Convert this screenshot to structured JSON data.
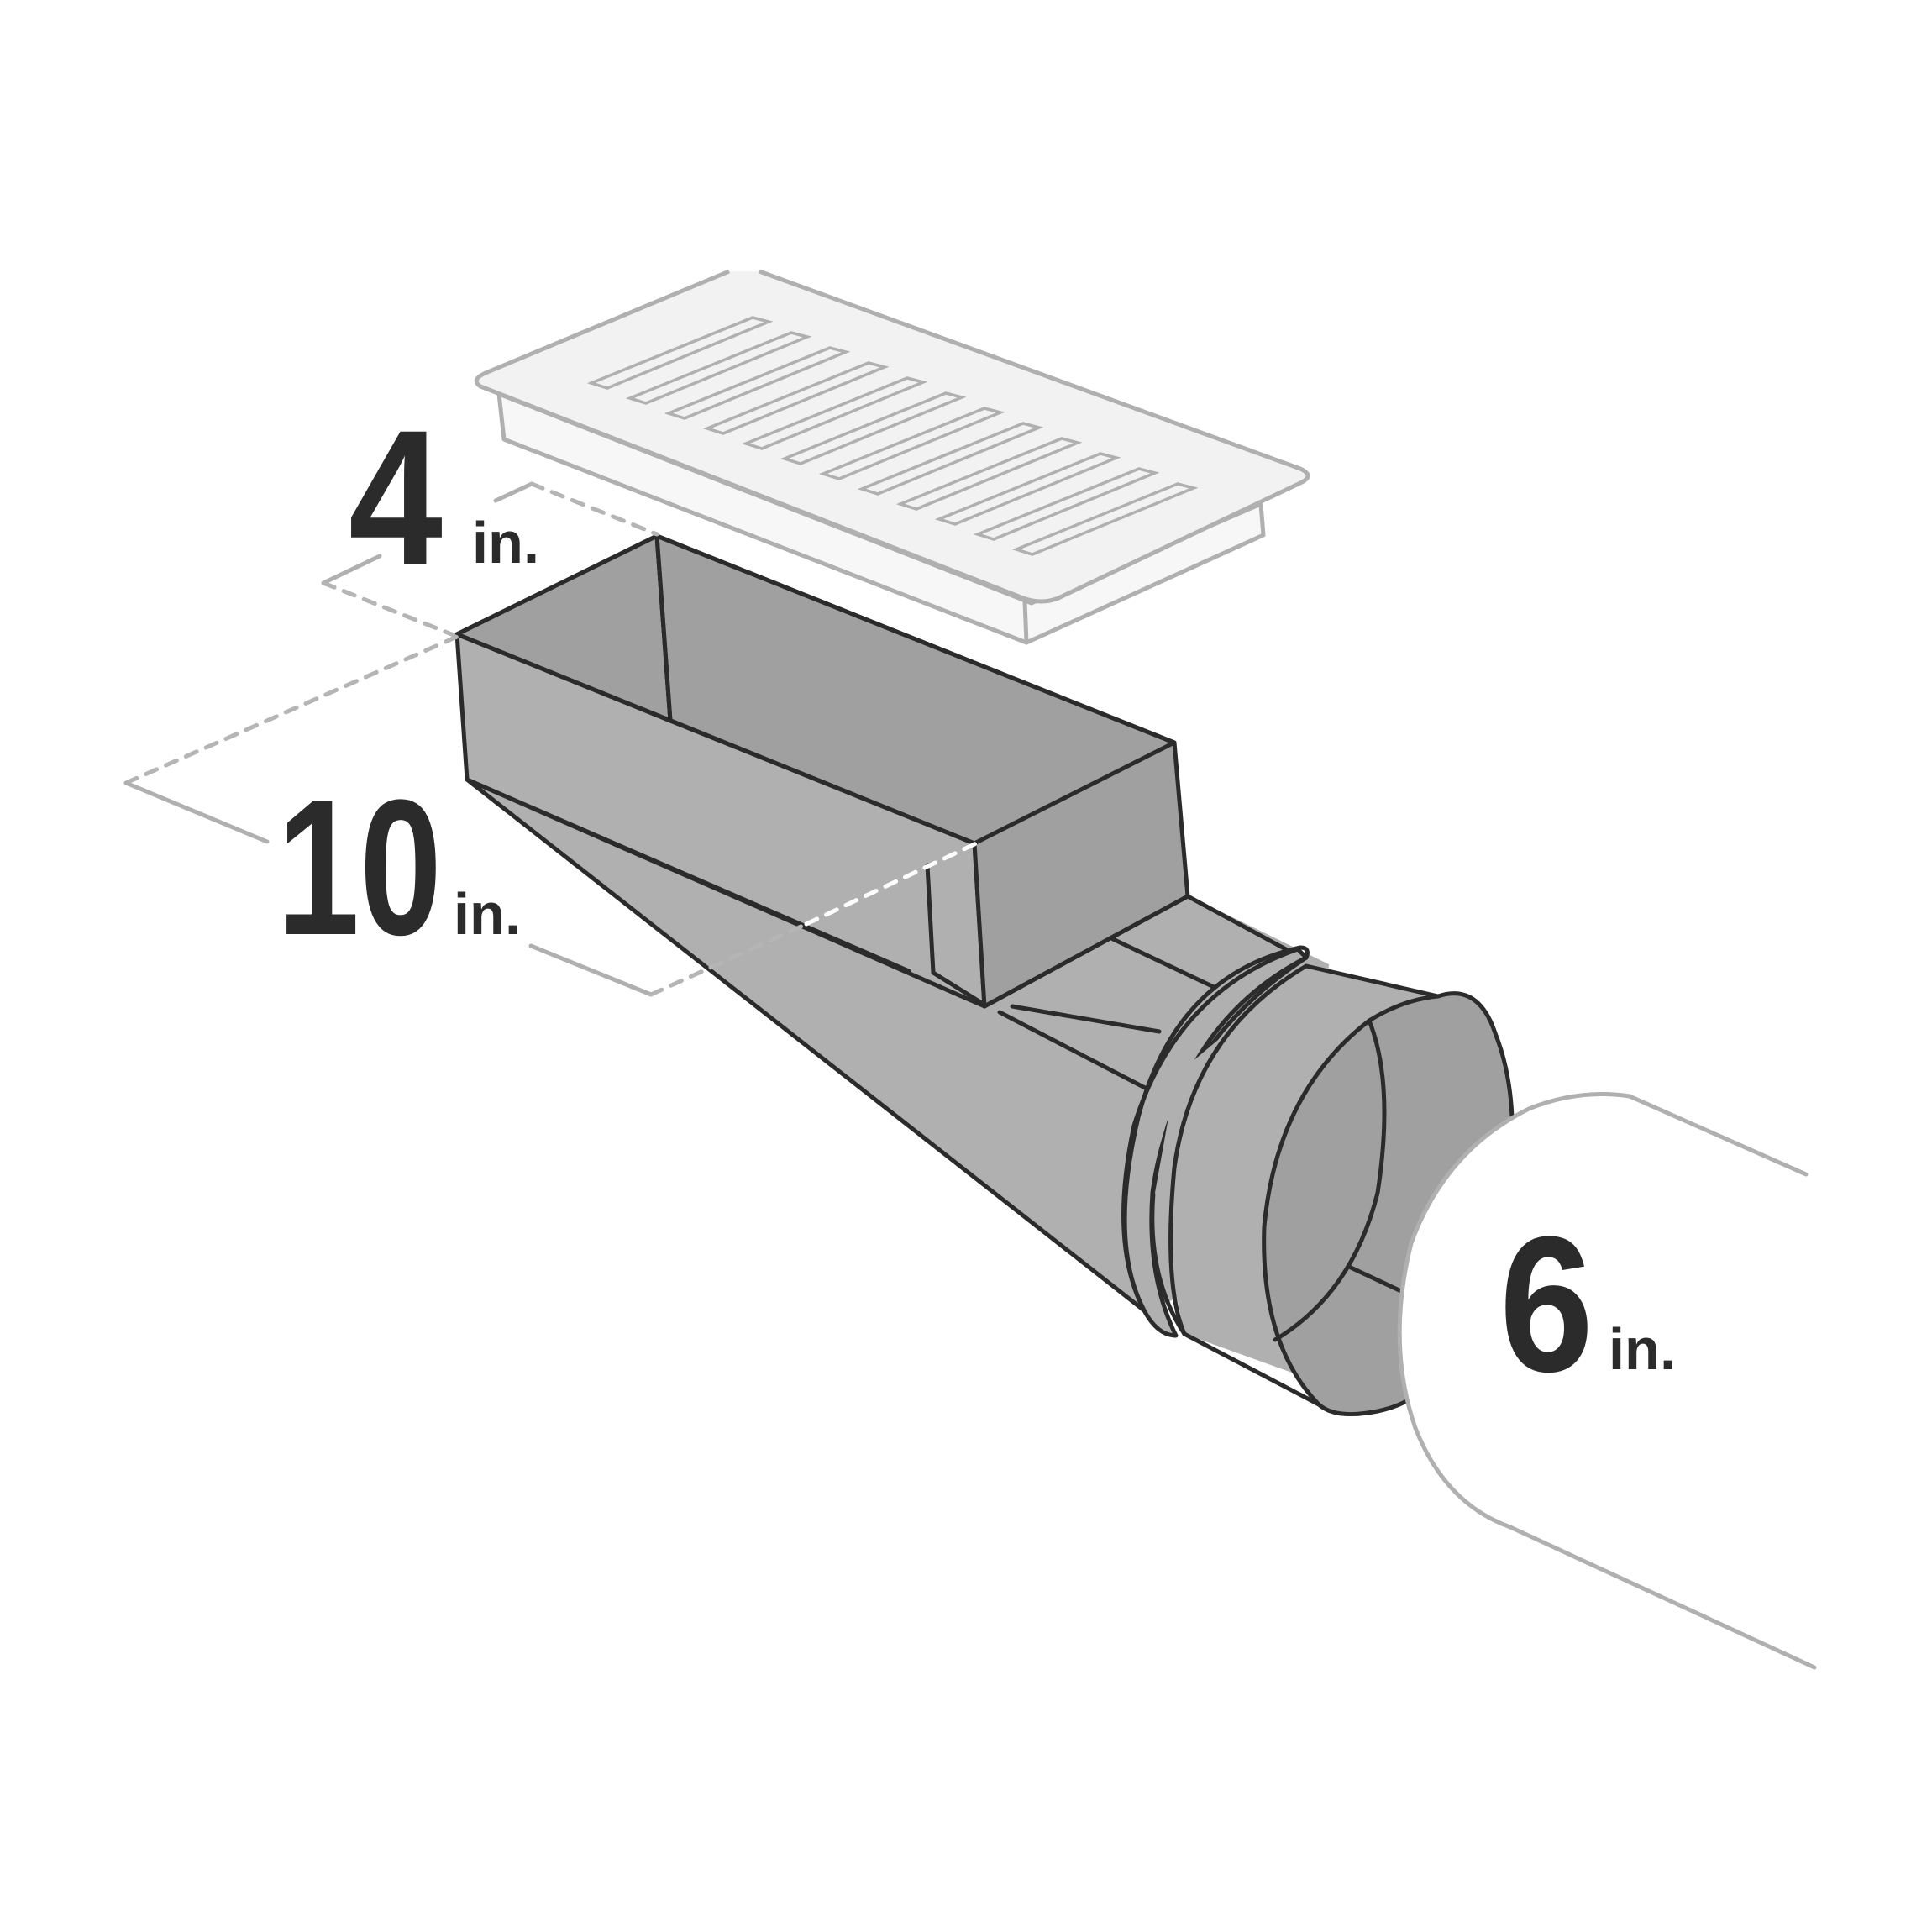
{
  "dimensions": {
    "height": {
      "value": "4",
      "unit": "in."
    },
    "length": {
      "value": "10",
      "unit": "in."
    },
    "diameter": {
      "value": "6",
      "unit": "in."
    }
  },
  "colors": {
    "outline": "#2b2b2b",
    "duct_light": "#b0b0b0",
    "duct_dark": "#a0a0a0",
    "grille_fill": "#f2f2f2",
    "guide_line": "#b0b0b0"
  }
}
